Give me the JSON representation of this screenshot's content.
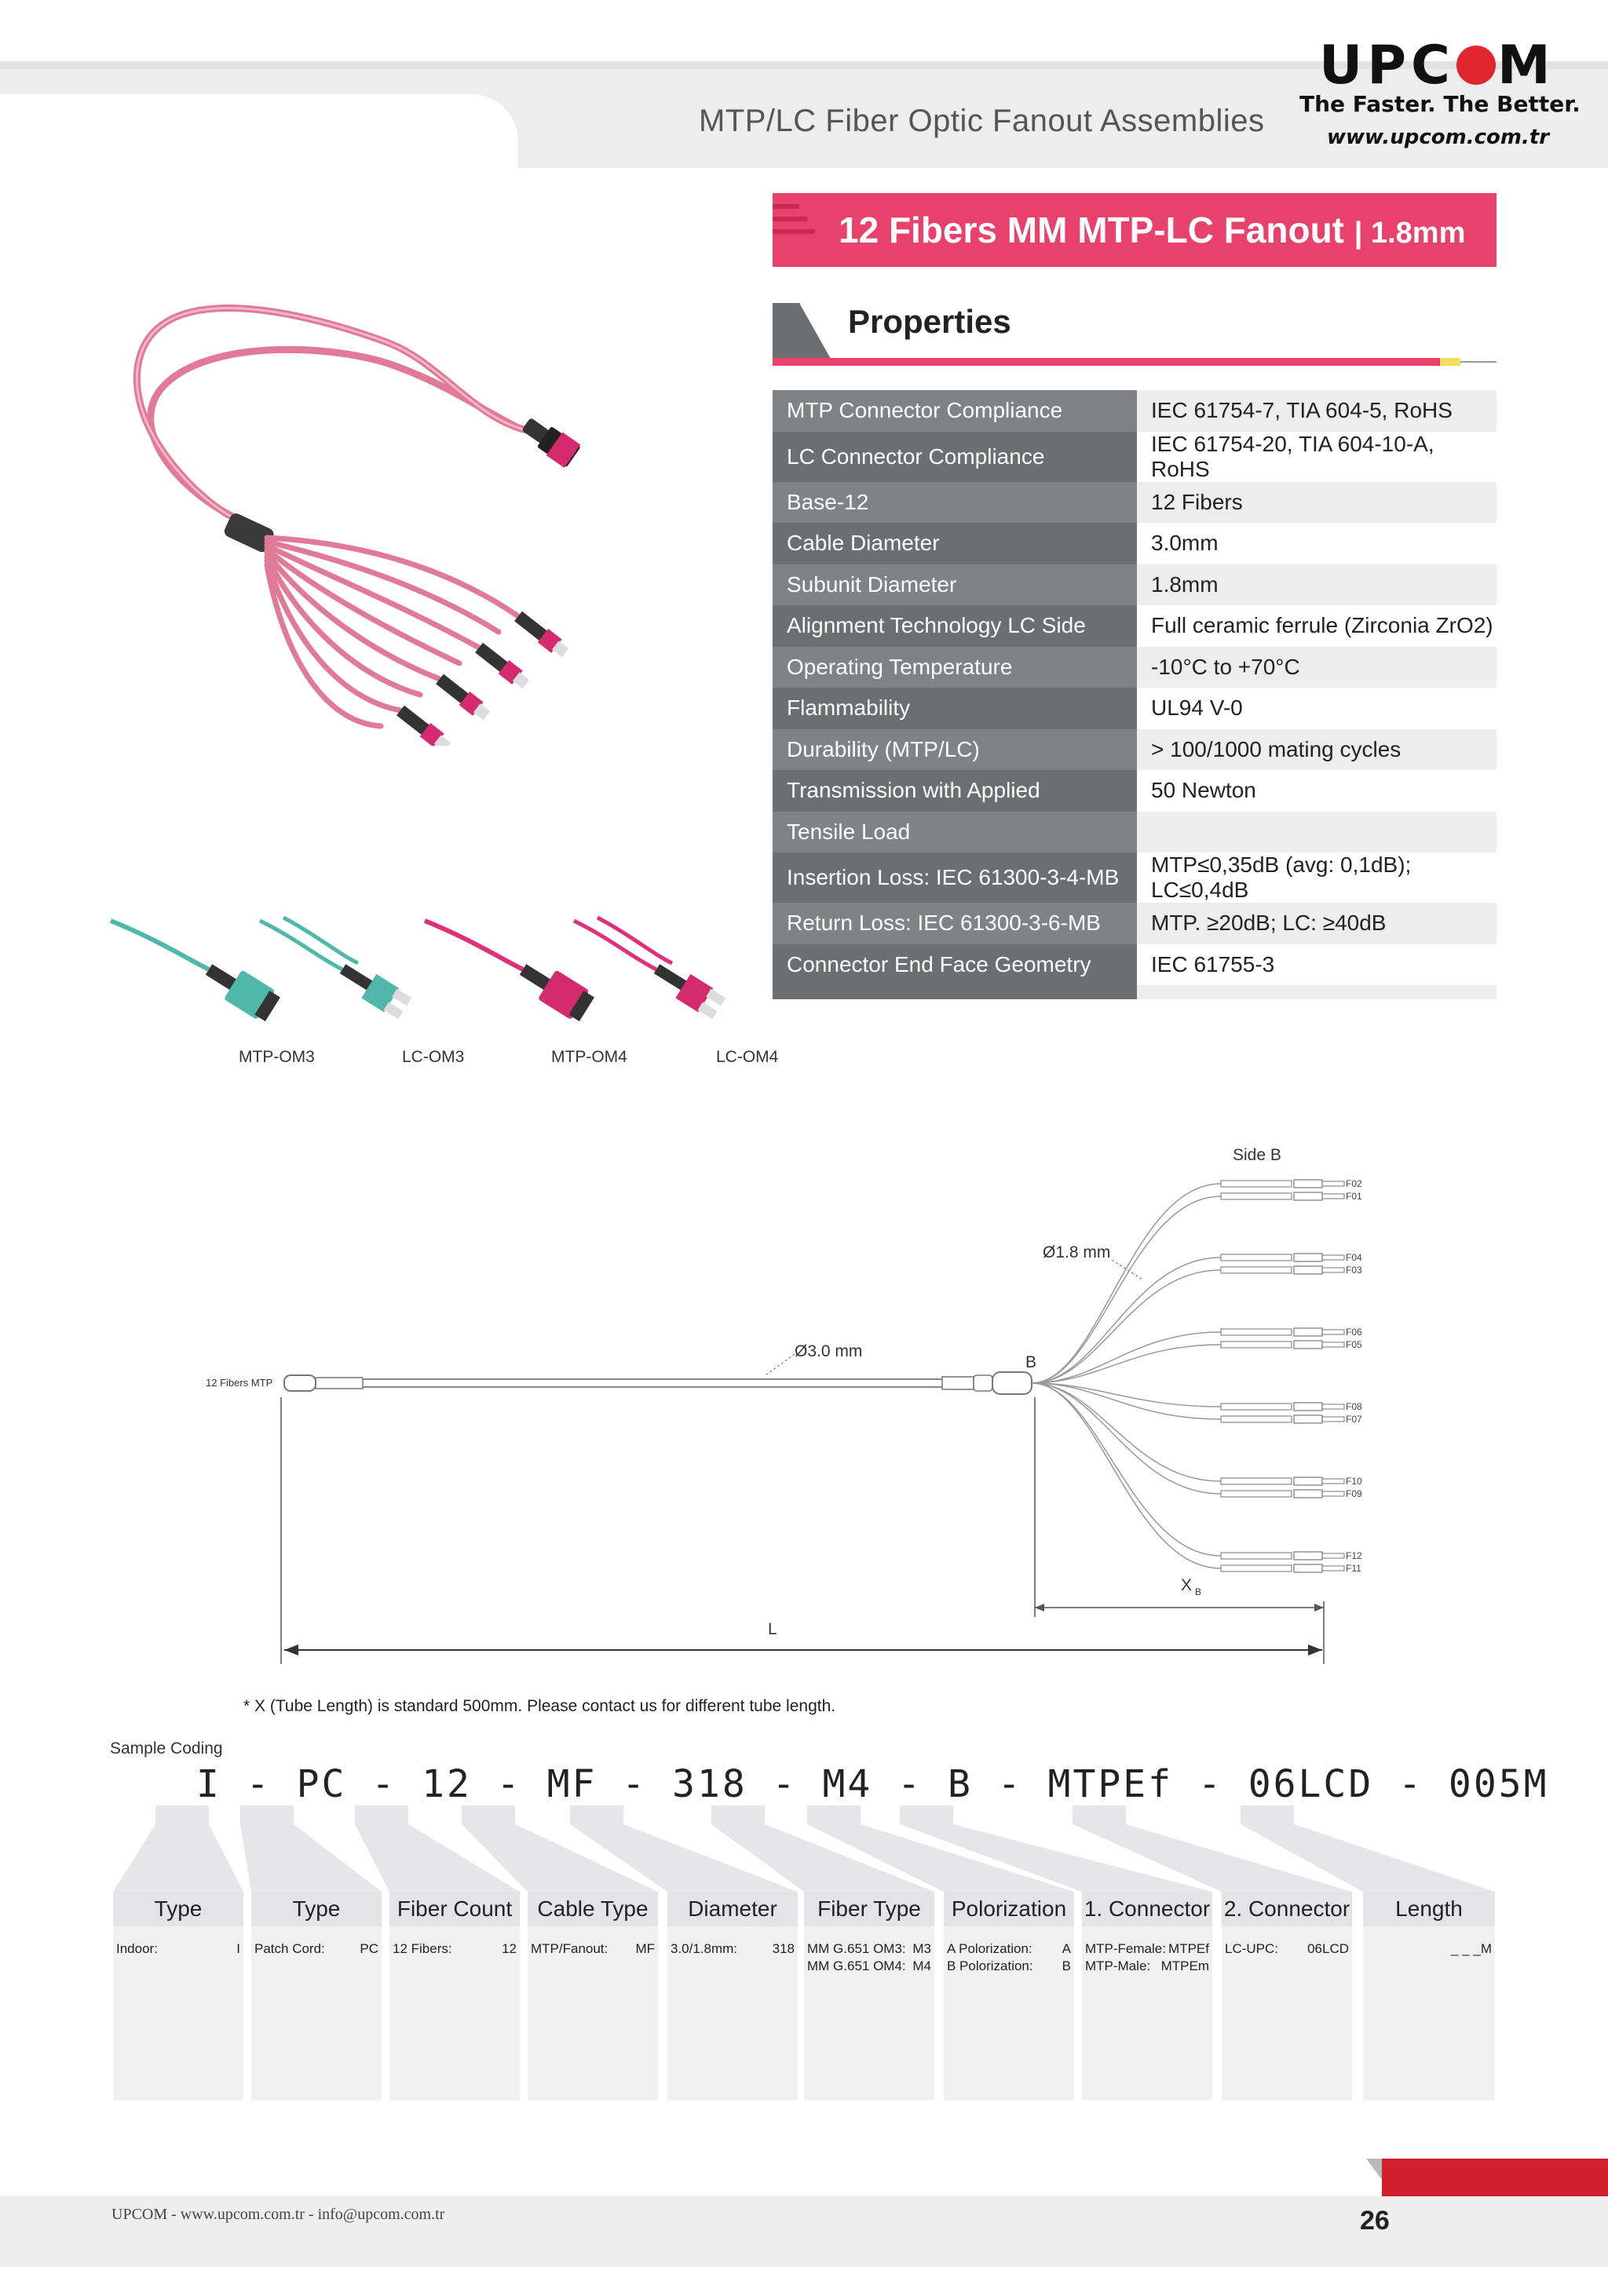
{
  "header": {
    "doc_title": "MTP/LC Fiber Optic Fanout Assemblies",
    "logo": {
      "left": "UPC",
      "right": "M"
    },
    "tagline": "The Faster. The Better.",
    "website": "www.upcom.com.tr"
  },
  "product": {
    "title": "12 Fibers MM MTP-LC Fanout",
    "subtitle": "| 1.8mm"
  },
  "properties": {
    "heading": "Properties",
    "rows": [
      {
        "key": "MTP Connector Compliance",
        "value": "IEC 61754-7, TIA 604-5, RoHS"
      },
      {
        "key": "LC Connector Compliance",
        "value": "IEC 61754-20, TIA 604-10-A, RoHS"
      },
      {
        "key": "Base-12",
        "value": "12 Fibers"
      },
      {
        "key": "Cable Diameter",
        "value": "3.0mm"
      },
      {
        "key": "Subunit Diameter",
        "value": "1.8mm"
      },
      {
        "key": "Alignment Technology LC Side",
        "value": "Full ceramic ferrule (Zirconia ZrO2)"
      },
      {
        "key": "Operating Temperature",
        "value": "-10°C to +70°C"
      },
      {
        "key": "Flammability",
        "value": "UL94 V-0"
      },
      {
        "key": "Durability (MTP/LC)",
        "value": "> 100/1000 mating cycles"
      },
      {
        "key": "Transmission with Applied",
        "value": "50 Newton"
      },
      {
        "key": "Tensile Load",
        "value": ""
      },
      {
        "key": "Insertion Loss: IEC 61300-3-4-MB",
        "value": "MTP≤0,35dB (avg: 0,1dB); LC≤0,4dB"
      },
      {
        "key": "Return Loss: IEC 61300-3-6-MB",
        "value": "MTP. ≥20dB; LC: ≥40dB"
      },
      {
        "key": "Connector End Face Geometry",
        "value": "IEC 61755-3"
      }
    ]
  },
  "variants": [
    "MTP-OM3",
    "LC-OM3",
    "MTP-OM4",
    "LC-OM4"
  ],
  "colors": {
    "accent": "#e8416b",
    "om3": "#4fb8aa",
    "om4": "#e0307a",
    "dark": "#6d6e71"
  },
  "diagram": {
    "side_b": "Side B",
    "sub_dia": "Ø1.8 mm",
    "cable_dia": "Ø3.0 mm",
    "b_label": "B",
    "mtp_label": "12 Fibers MTP",
    "x_label": "X",
    "x_sub": "B",
    "l_label": "L",
    "fibers": [
      [
        "F02",
        "F01"
      ],
      [
        "F04",
        "F03"
      ],
      [
        "F06",
        "F05"
      ],
      [
        "F08",
        "F07"
      ],
      [
        "F10",
        "F09"
      ],
      [
        "F12",
        "F11"
      ]
    ]
  },
  "note": "* X (Tube Length) is standard 500mm. Please contact us for different tube length.",
  "coding": {
    "label": "Sample Coding",
    "code": "I - PC - 12 - MF - 318 - M4 - B - MTPEf - 06LCD - 005M",
    "columns": [
      {
        "head": "Type",
        "rows": [
          [
            "Indoor:",
            "I"
          ]
        ]
      },
      {
        "head": "Type",
        "rows": [
          [
            "Patch Cord:",
            "PC"
          ]
        ]
      },
      {
        "head": "Fiber Count",
        "rows": [
          [
            "12 Fibers:",
            "12"
          ]
        ]
      },
      {
        "head": "Cable Type",
        "rows": [
          [
            "MTP/Fanout:",
            "MF"
          ]
        ]
      },
      {
        "head": "Diameter",
        "rows": [
          [
            "3.0/1.8mm:",
            "318"
          ]
        ]
      },
      {
        "head": "Fiber Type",
        "rows": [
          [
            "MM G.651 OM3:",
            "M3"
          ],
          [
            "MM G.651 OM4:",
            "M4"
          ]
        ]
      },
      {
        "head": "Polorization",
        "rows": [
          [
            "A Polorization:",
            "A"
          ],
          [
            "B Polorization:",
            "B"
          ]
        ]
      },
      {
        "head": "1. Connector",
        "rows": [
          [
            "MTP-Female:",
            "MTPEf"
          ],
          [
            "MTP-Male:",
            "MTPEm"
          ]
        ]
      },
      {
        "head": "2. Connector",
        "rows": [
          [
            "LC-UPC:",
            "06LCD"
          ]
        ]
      },
      {
        "head": "Length",
        "rows": [
          [
            "",
            "_ _ _M"
          ]
        ]
      }
    ]
  },
  "footer": {
    "contact": "UPCOM - www.upcom.com.tr - info@upcom.com.tr",
    "page": "26"
  }
}
